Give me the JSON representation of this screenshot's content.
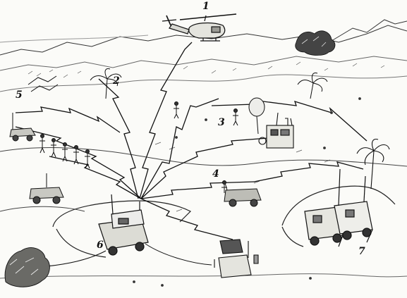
{
  "colors": {
    "ink": "#1a1a1a",
    "paper": "#fbfbf8",
    "shade": "#8a8a8a"
  },
  "icons": [
    "helicopter-icon",
    "radio-van-icon",
    "jeep-icon",
    "antenna-icon",
    "palm-tree-icon",
    "explosion-icon",
    "balloon-icon",
    "soldier-icon",
    "lightning-signal-icon",
    "bush-icon"
  ],
  "labels": [
    {
      "id": "helicopter",
      "text": "1"
    },
    {
      "id": "relay-post",
      "text": "2"
    },
    {
      "id": "field-station",
      "text": "3"
    },
    {
      "id": "mobile-unit",
      "text": "4"
    },
    {
      "id": "infantry-group",
      "text": "5"
    },
    {
      "id": "command-vehicle",
      "text": "6"
    },
    {
      "id": "twin-vans",
      "text": "7"
    }
  ]
}
